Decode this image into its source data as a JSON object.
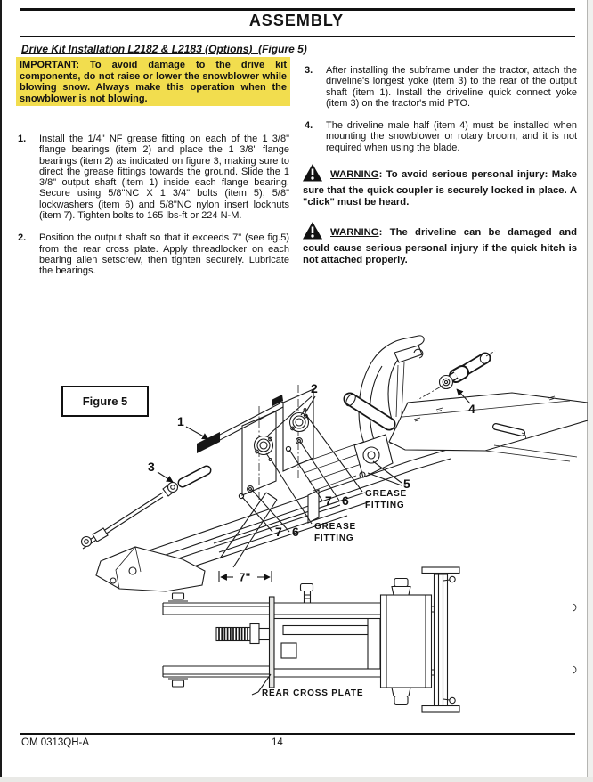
{
  "header": {
    "title": "ASSEMBLY",
    "subtitle": "Drive Kit Installation L2182 & L2183 (Options)",
    "subtitle_suffix": "(Figure 5)"
  },
  "important": {
    "label": "IMPORTANT:",
    "body": " To avoid damage to the drive kit components, do not raise or lower the snowblower while blowing snow. Always make this operation when the snowblower is not blowing."
  },
  "steps": [
    {
      "num": "1.",
      "text": "Install the 1/4\" NF grease fitting on each of the 1 3/8\" flange bearings (item 2) and place the 1 3/8\" flange bearings (item 2) as indicated on figure 3, making sure to direct the grease fittings towards the ground. Slide the 1 3/8\" output shaft (item 1) inside each flange bearing. Secure using 5/8\"NC X 1 3/4\" bolts (item 5), 5/8\" lockwashers (item 6) and 5/8\"NC nylon insert locknuts (item 7). Tighten bolts to 165 lbs-ft or 224 N-M."
    },
    {
      "num": "2.",
      "text": "Position the output shaft so that it exceeds 7\" (see fig.5) from the rear cross plate. Apply threadlocker on each bearing allen setscrew, then tighten securely. Lubricate the bearings."
    },
    {
      "num": "3.",
      "text": "After installing the subframe under the tractor, attach the driveline's longest yoke (item 3) to the rear of the output shaft (item 1). Install the driveline quick connect yoke (item 3) on the tractor's mid PTO."
    },
    {
      "num": "4.",
      "text": "The driveline male half (item 4) must be installed when mounting the snowblower or rotary broom, and it is not required when using the blade."
    }
  ],
  "warnings": [
    {
      "label": "WARNING",
      "text": ": To avoid serious personal injury: Make sure that the quick coupler is securely locked in place. A \"click\" must be heard."
    },
    {
      "label": "WARNING",
      "text": ": The driveline can be damaged and could cause serious personal injury if the quick hitch is not attached properly."
    }
  ],
  "figure": {
    "label": "Figure 5",
    "callout_1": "1",
    "callout_2": "2",
    "callout_3": "3",
    "callout_4": "4",
    "callout_5": "5",
    "callout_6": "6",
    "callout_7": "7",
    "grease_line1": "GREASE",
    "grease_line2": "FITTING",
    "dimension": "7\"",
    "rear_cross_plate_label": "REAR CROSS PLATE"
  },
  "footer": {
    "doc_code": "OM 0313QH-A",
    "page_number": "14"
  },
  "colors": {
    "highlight": "#F2DD4E",
    "ink": "#131313"
  }
}
